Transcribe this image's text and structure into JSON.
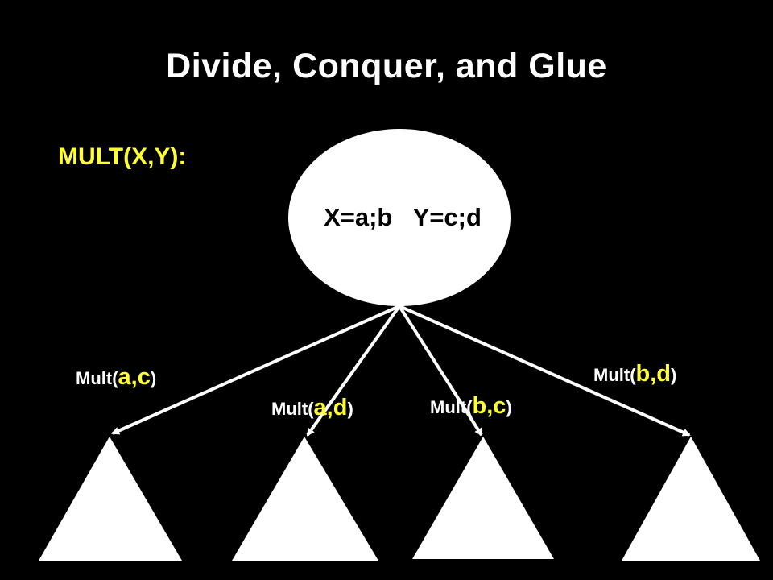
{
  "title": "Divide, Conquer, and Glue",
  "function_label": "MULT(X,Y):",
  "root_node": {
    "label": "X=a;b   Y=c;d"
  },
  "recursive_calls": [
    {
      "prefix": "Mult(",
      "args": "a,c",
      "suffix": ")"
    },
    {
      "prefix": "Mult(",
      "args": "a,d",
      "suffix": ")"
    },
    {
      "prefix": "Mult(",
      "args": "b,c",
      "suffix": ")"
    },
    {
      "prefix": "Mult(",
      "args": "b,d",
      "suffix": ")"
    }
  ],
  "colors": {
    "background": "#000000",
    "title": "#ffffff",
    "function_label": "#ffff33",
    "node_fill": "#ffffff",
    "node_text": "#000000",
    "arrows": "#ffffff",
    "subtrees": "#ffffff",
    "call_prefix": "#ffffff",
    "call_args": "#ffff33"
  }
}
